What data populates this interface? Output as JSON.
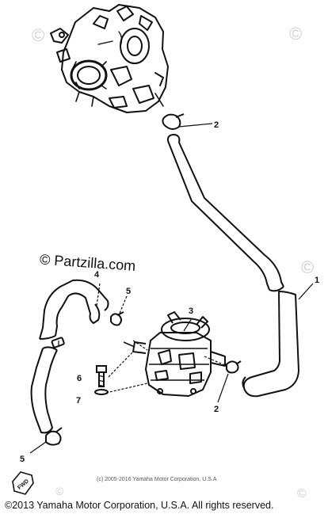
{
  "watermarks": {
    "symbol": "©"
  },
  "brand": {
    "text": "© Partzilla.com"
  },
  "parts": {
    "label_2_top": "2",
    "label_1": "1",
    "label_4": "4",
    "label_5_upper": "5",
    "label_3": "3",
    "label_6": "6",
    "label_7": "7",
    "label_2_bottom": "2",
    "label_5_lower": "5"
  },
  "direction_marker": {
    "text": "FWD"
  },
  "credit_small": "(c) 2005-2016 Yamaha Motor Corporation, U.S.A",
  "copyright": "©2013 Yamaha Motor Corporation, U.S.A. All rights reserved."
}
